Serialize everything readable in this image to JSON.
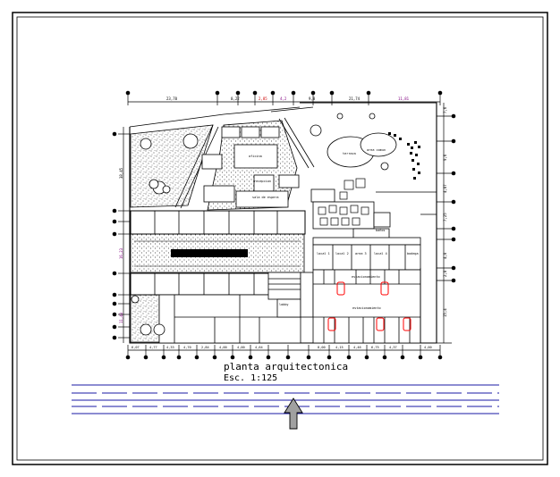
{
  "drawing": {
    "title": "planta arquitectonica",
    "scale": "Esc.   1:125"
  },
  "top_dimensions": [
    "23,70",
    "0,22",
    "2,85",
    "4,2",
    "9,8",
    "21,74",
    "11,81"
  ],
  "bottom_dimensions": [
    "6,07",
    "4,77",
    "4,33",
    "4,70",
    "2,84",
    "4,00",
    "4,00",
    "4,64",
    "8,00",
    "4,15",
    "4,46",
    "6,75",
    "4,37",
    "4,00"
  ],
  "left_dimensions": [
    "38,45",
    "16,23",
    "11,43"
  ],
  "right_dimensions": [
    "7,6",
    "9,6",
    "4,87",
    "7,25",
    "4,8",
    "2,8",
    "15,4"
  ],
  "room_labels": {
    "local_1": "local 1",
    "local_2": "local 2",
    "local_3": "area 3",
    "local_4": "local 4",
    "bodega": "bodega",
    "estacionamiento": "estacionamiento",
    "estacionamiento_2": "estacionamiento",
    "baños": "baños",
    "lobby": "lobby",
    "area_comun": "area comun",
    "recepcion": "recepcion",
    "terraza": "terraza",
    "ofic": "oficina",
    "sala": "sala de espera"
  },
  "colors": {
    "line": "#000000",
    "dim_red": "#cc0000",
    "dim_purple": "#800080",
    "car_red": "#ff0000",
    "blue_line": "#1a1aa6",
    "arrow_fill": "#a0a0a0"
  }
}
